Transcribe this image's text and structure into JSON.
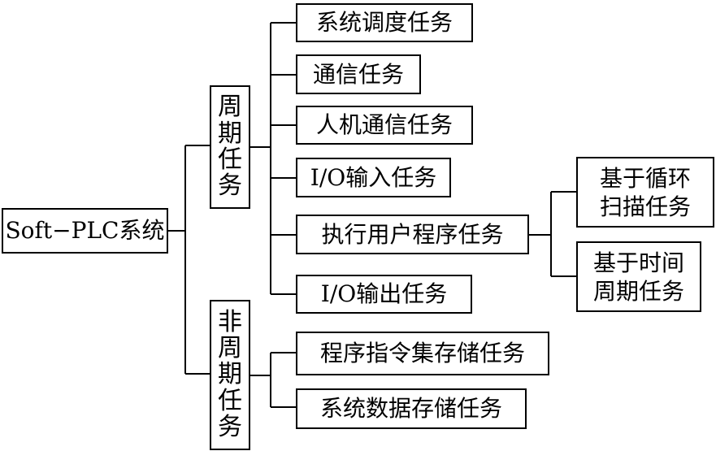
{
  "root": {
    "label": "Soft−PLC系统"
  },
  "periodic": {
    "label_chars": [
      "周",
      "期",
      "任",
      "务"
    ],
    "tasks": [
      "系统调度任务",
      "通信任务",
      "人机通信任务",
      "I/O输入任务",
      "执行用户程序任务",
      "I/O输出任务"
    ],
    "exec_sub": [
      {
        "line1": "基于循环",
        "line2": "扫描任务"
      },
      {
        "line1": "基于时间",
        "line2": "周期任务"
      }
    ]
  },
  "aperiodic": {
    "label_chars": [
      "非",
      "周",
      "期",
      "任",
      "务"
    ],
    "tasks": [
      "程序指令集存储任务",
      "系统数据存储任务"
    ]
  }
}
